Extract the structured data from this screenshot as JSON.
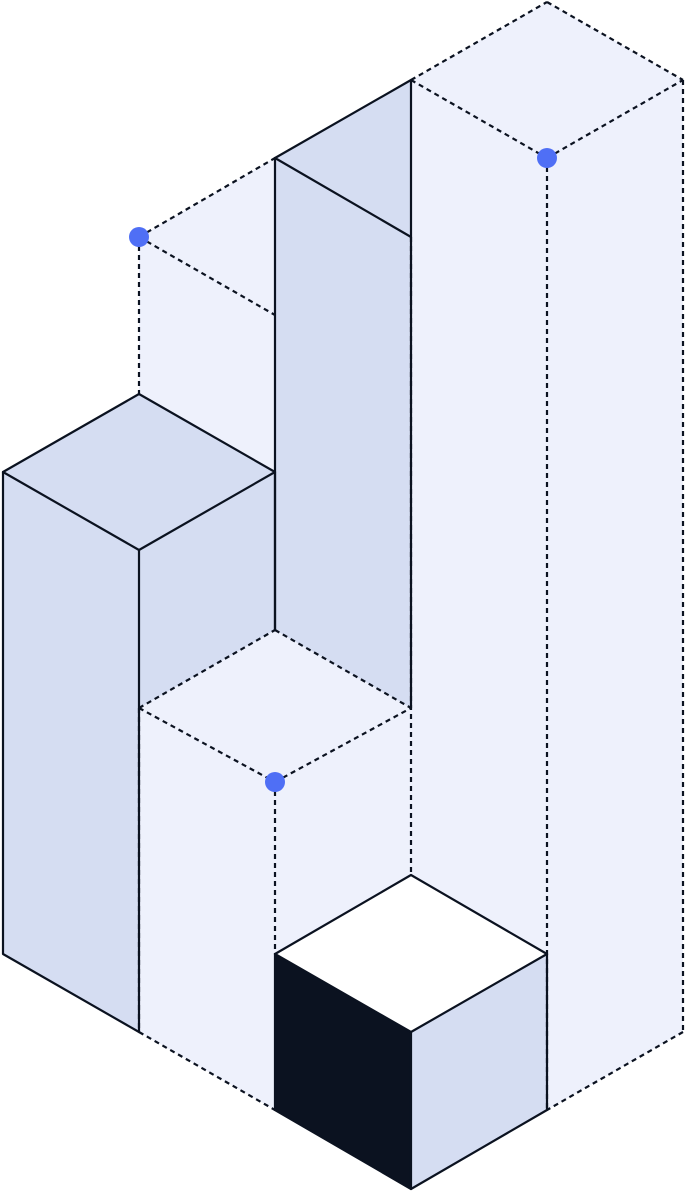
{
  "diagram": {
    "colors": {
      "ghost_fill": "#eef1fc",
      "block_fill": "#d5ddf2",
      "top_fill_light": "#ffffff",
      "dark_fill": "#0b1220",
      "edge": "#0b1220",
      "marker": "#4f6ff5"
    },
    "blocks": [
      {
        "id": "left-column",
        "style": "solid"
      },
      {
        "id": "back-column",
        "style": "solid"
      },
      {
        "id": "front-cube",
        "style": "solid-highlight"
      }
    ],
    "ghost_blocks": [
      {
        "id": "ghost-left-tall"
      },
      {
        "id": "ghost-right-tall"
      },
      {
        "id": "ghost-middle"
      }
    ],
    "markers": [
      {
        "id": "marker-left"
      },
      {
        "id": "marker-right"
      },
      {
        "id": "marker-center"
      }
    ]
  }
}
